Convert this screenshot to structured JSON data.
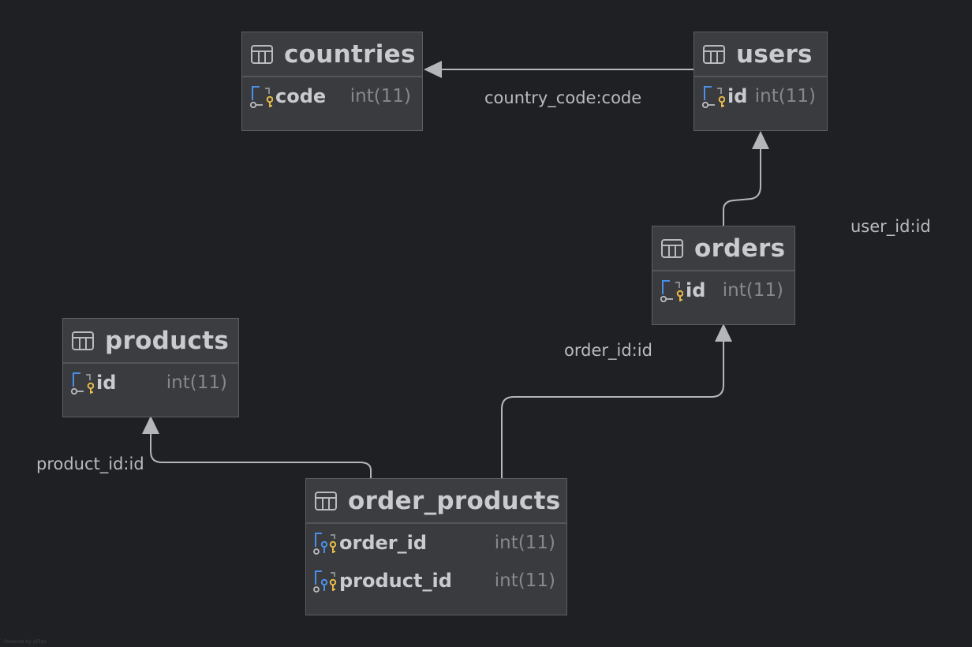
{
  "tables": {
    "countries": {
      "name": "countries",
      "columns": [
        {
          "name": "code",
          "type": "int(11)"
        }
      ]
    },
    "users": {
      "name": "users",
      "columns": [
        {
          "name": "id",
          "type": "int(11)"
        }
      ]
    },
    "orders": {
      "name": "orders",
      "columns": [
        {
          "name": "id",
          "type": "int(11)"
        }
      ]
    },
    "products": {
      "name": "products",
      "columns": [
        {
          "name": "id",
          "type": "int(11)"
        }
      ]
    },
    "order_products": {
      "name": "order_products",
      "columns": [
        {
          "name": "order_id",
          "type": "int(11)"
        },
        {
          "name": "product_id",
          "type": "int(11)"
        }
      ]
    }
  },
  "relations": {
    "users_countries": "country_code:code",
    "orders_users": "user_id:id",
    "order_products_orders": "order_id:id",
    "order_products_products": "product_id:id"
  },
  "footer": "Powered by yFiles",
  "colors": {
    "background": "#1f2024",
    "edge": "#b4b6ba",
    "key_blue": "#4a8fe8",
    "key_yellow": "#e6b84a"
  }
}
